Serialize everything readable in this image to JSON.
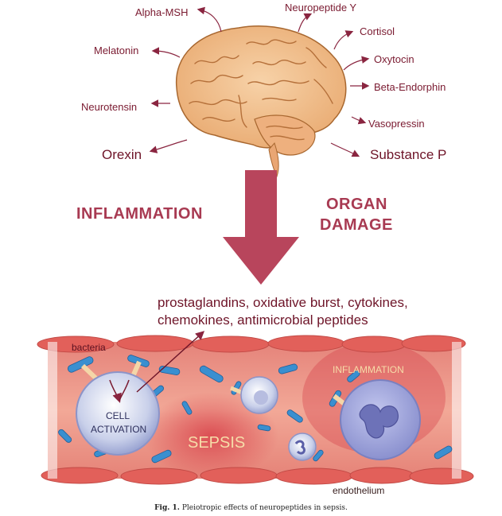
{
  "neuropeptides": {
    "alpha_msh": "Alpha-MSH",
    "neuropeptide_y": "Neuropeptide Y",
    "cortisol": "Cortisol",
    "melatonin": "Melatonin",
    "oxytocin": "Oxytocin",
    "beta_endorphin": "Beta-Endorphin",
    "neurotensin": "Neurotensin",
    "vasopressin": "Vasopressin",
    "orexin": "Orexin",
    "substance_p": "Substance P"
  },
  "effects": {
    "inflammation": "INFLAMMATION",
    "organ_damage_line1": "ORGAN",
    "organ_damage_line2": "DAMAGE"
  },
  "mediators": {
    "line1": "prostaglandins, oxidative burst, cytokines,",
    "line2": "chemokines, antimicrobial peptides"
  },
  "vessel": {
    "bacteria": "bacteria",
    "cell_activation_line1": "CELL",
    "cell_activation_line2": "ACTIVATION",
    "sepsis": "SEPSIS",
    "inflammation": "INFLAMMATION",
    "endothelium": "endothelium"
  },
  "caption": {
    "label": "Fig. 1.",
    "text": "Pleiotropic effects of neuropeptides in sepsis."
  },
  "colors": {
    "arrow": "#b8455c",
    "label_text": "#7a1a30",
    "bacteria": "#3a8fd0",
    "vessel": "#e88878",
    "brain": "#f2c190"
  }
}
